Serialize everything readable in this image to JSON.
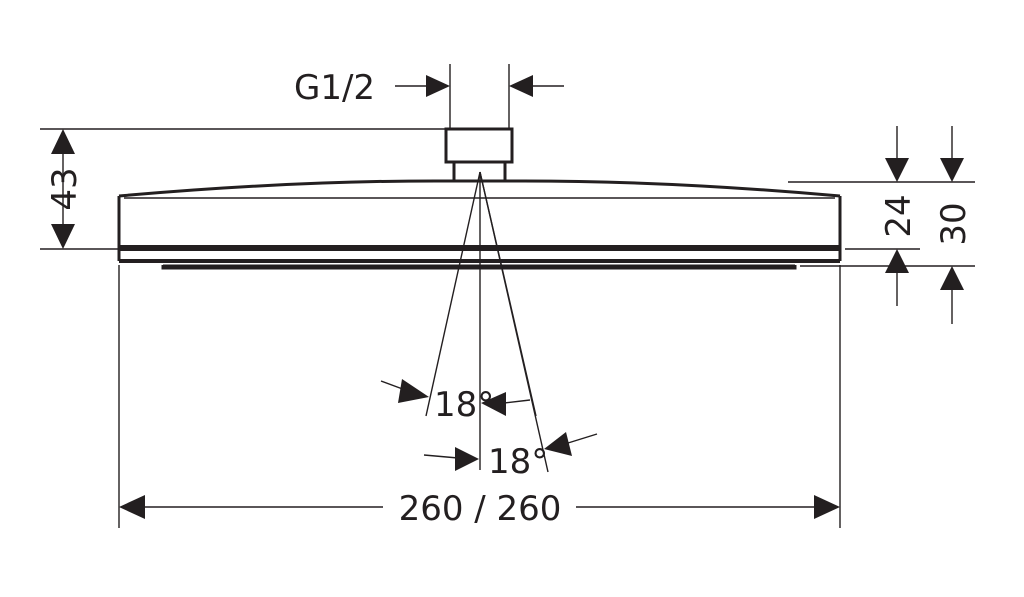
{
  "drawing": {
    "thread_label": "G1/2",
    "height_total": "43",
    "height_24": "24",
    "height_30": "30",
    "angle_upper": "18°",
    "angle_lower": "18°",
    "width_label": "260 / 260"
  },
  "colors": {
    "ink": "#231f20",
    "paper": "#ffffff"
  }
}
